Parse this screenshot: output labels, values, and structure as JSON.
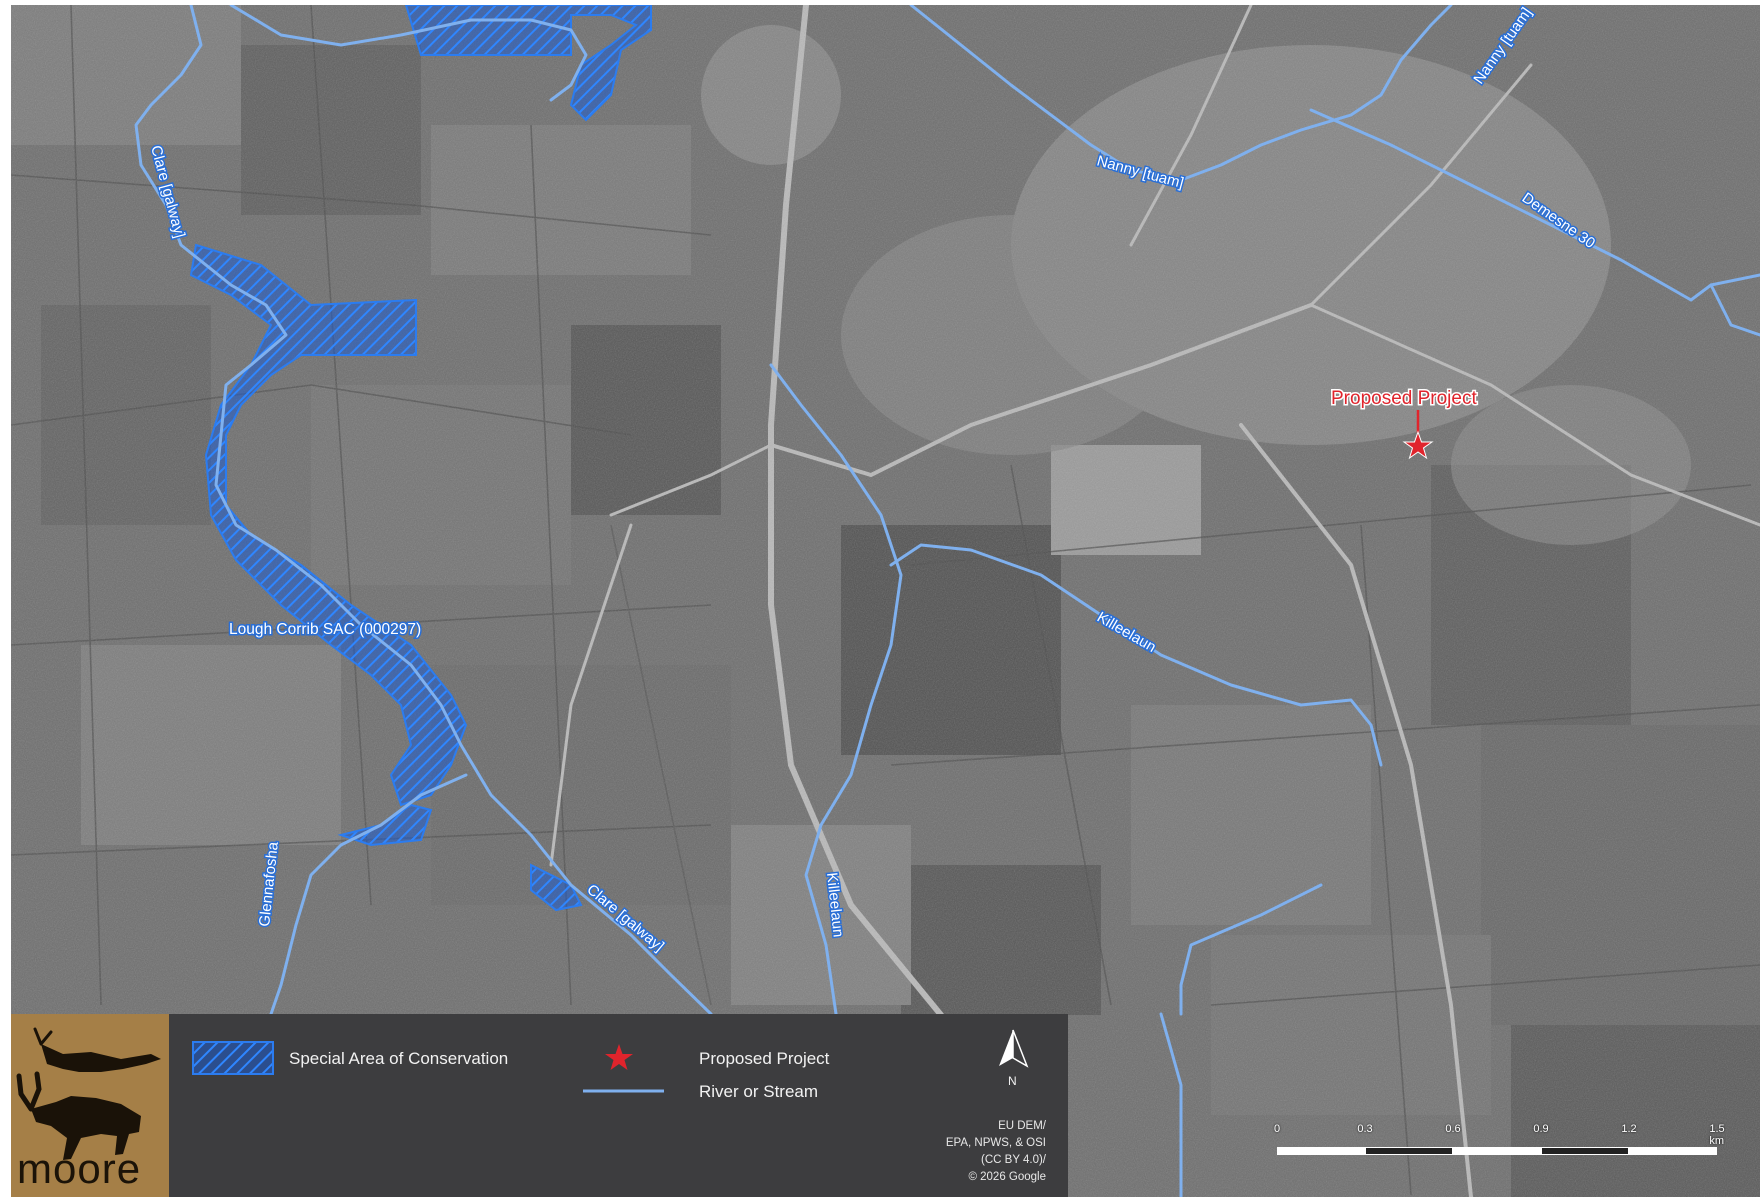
{
  "map": {
    "labels": {
      "clare_north": "Clare [galway]",
      "clare_south": "Clare [galway]",
      "nanny_1": "Nanny [tuam]",
      "nanny_2": "Nanny [tuam]",
      "demesne": "Demesne 30",
      "killeelaun_1": "Killeelaun",
      "killeelaun_2": "Killeelaun",
      "glennafosha": "Glennafosha",
      "sac": "Lough Corrib SAC (000297)",
      "project": "Proposed Project"
    }
  },
  "legend": {
    "logo_text": "moore",
    "sac": "Special Area of Conservation",
    "project": "Proposed Project",
    "river": "River or Stream",
    "north": "N",
    "credits": [
      "EU DEM/",
      "EPA, NPWS, & OSI",
      "(CC BY 4.0)/",
      "© 2026 Google"
    ]
  },
  "scale": {
    "ticks": [
      "0",
      "0.3",
      "0.6",
      "0.9",
      "1.2",
      "1.5 km"
    ]
  },
  "colors": {
    "river": "#7fb0ee",
    "sac_hatch": "#1f6fe8",
    "sac_border": "#2b7cf0",
    "project_star": "#e0242c",
    "legend_bg": "#3d3d3f",
    "label_text": "#ffffff"
  },
  "icons": {
    "north_arrow": "north-arrow-icon",
    "star": "star-icon"
  }
}
